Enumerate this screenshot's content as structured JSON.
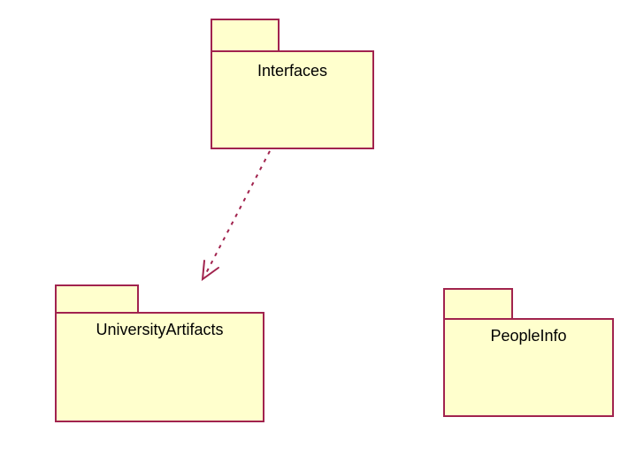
{
  "diagram": {
    "type": "uml-package-diagram",
    "background_color": "#FFFFFF",
    "colors": {
      "package_fill": "#FFFFCD",
      "package_border": "#A1234E",
      "label_text": "#000000"
    },
    "packages": [
      {
        "id": "interfaces",
        "label": "Interfaces"
      },
      {
        "id": "university-artifacts",
        "label": "UniversityArtifacts"
      },
      {
        "id": "people-info",
        "label": "PeopleInfo"
      }
    ],
    "relationships": [
      {
        "type": "dependency",
        "from": "Interfaces",
        "to": "UniversityArtifacts",
        "line_style": "dashed",
        "arrowhead": "open"
      }
    ]
  }
}
